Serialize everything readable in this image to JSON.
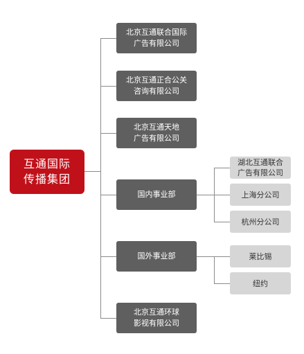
{
  "root": {
    "label": "互通国际\n传播集团"
  },
  "branches": [
    {
      "label": "北京互通联合国际\n广告有限公司"
    },
    {
      "label": "北京互通正合公关\n咨询有限公司"
    },
    {
      "label": "北京互通天地\n广告有限公司"
    },
    {
      "label": "国内事业部",
      "children": [
        {
          "label": "湖北互通联合\n广告有限公司"
        },
        {
          "label": "上海分公司"
        },
        {
          "label": "杭州分公司"
        }
      ]
    },
    {
      "label": "国外事业部",
      "children": [
        {
          "label": "莱比锡"
        },
        {
          "label": "纽约"
        }
      ]
    },
    {
      "label": "北京互通环球\n影视有限公司"
    }
  ],
  "colors": {
    "root_fill": "#c0111a",
    "branch_fill": "#5f5f5f",
    "leaf_fill": "#d6d6d6",
    "connector": "#8a8a8a"
  }
}
